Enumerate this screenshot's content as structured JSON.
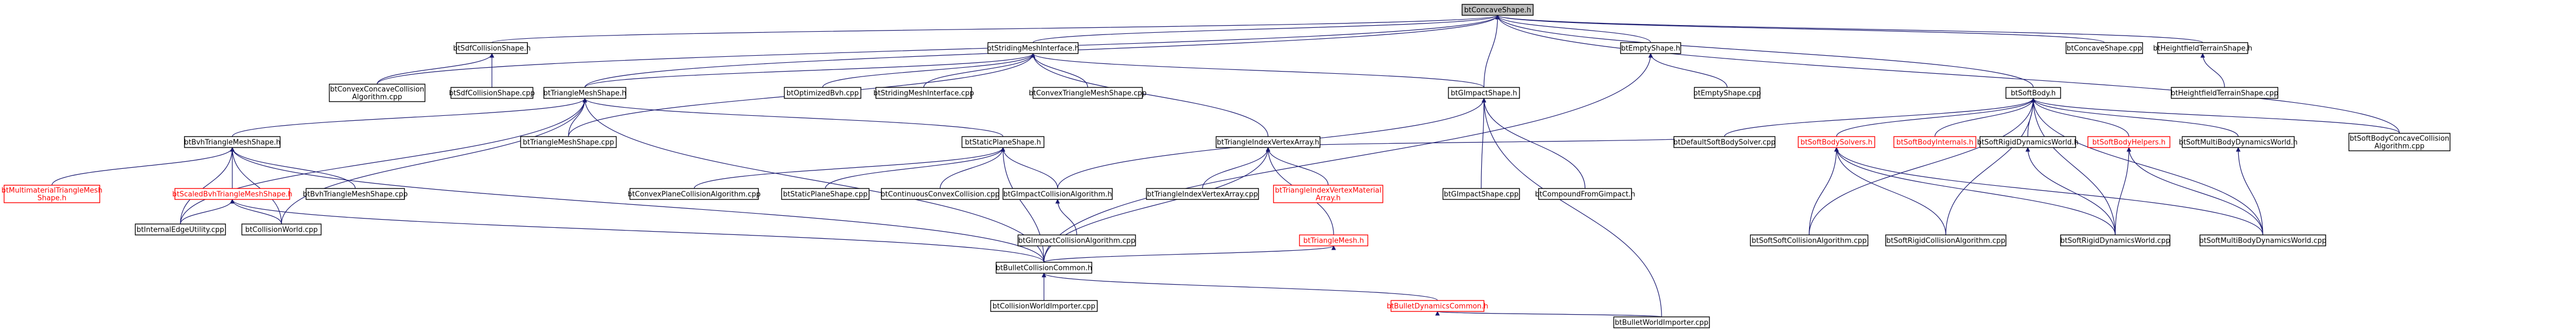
{
  "diagram": {
    "root": "btConcaveShape.h",
    "colors": {
      "edge": "#191970",
      "incomplete": "#ff0000",
      "root_fill": "#bfbfbf"
    },
    "nodes": [
      {
        "id": "root",
        "lines": [
          "btConcaveShape.h"
        ],
        "kind": "root"
      },
      {
        "id": "sdfshape",
        "lines": [
          "btSdfCollisionShape.h"
        ]
      },
      {
        "id": "strider",
        "lines": [
          "btStridingMeshInterface.h"
        ]
      },
      {
        "id": "empty",
        "lines": [
          "btEmptyShape.h"
        ]
      },
      {
        "id": "concavecpp",
        "lines": [
          "btConcaveShape.cpp"
        ]
      },
      {
        "id": "heightfield",
        "lines": [
          "btHeightfieldTerrainShape.h"
        ]
      },
      {
        "id": "convexconcave",
        "lines": [
          "btConvexConcaveCollision",
          "Algorithm.cpp"
        ]
      },
      {
        "id": "sdfcpp",
        "lines": [
          "btSdfCollisionShape.cpp"
        ]
      },
      {
        "id": "trimesh",
        "lines": [
          "btTriangleMeshShape.h"
        ]
      },
      {
        "id": "optbvh",
        "lines": [
          "btOptimizedBvh.cpp"
        ]
      },
      {
        "id": "stridercpp",
        "lines": [
          "btStridingMeshInterface.cpp"
        ]
      },
      {
        "id": "convextricpp",
        "lines": [
          "btConvexTriangleMeshShape.cpp"
        ]
      },
      {
        "id": "gimpact",
        "lines": [
          "btGImpactShape.h"
        ]
      },
      {
        "id": "emptycpp",
        "lines": [
          "btEmptyShape.cpp"
        ]
      },
      {
        "id": "softbody",
        "lines": [
          "btSoftBody.h"
        ]
      },
      {
        "id": "heightfieldcpp",
        "lines": [
          "btHeightfieldTerrainShape.cpp"
        ]
      },
      {
        "id": "bvhtri",
        "lines": [
          "btBvhTriangleMeshShape.h"
        ]
      },
      {
        "id": "trimeshcpp",
        "lines": [
          "btTriangleMeshShape.cpp"
        ]
      },
      {
        "id": "staticplane",
        "lines": [
          "btStaticPlaneShape.h"
        ]
      },
      {
        "id": "triindex",
        "lines": [
          "btTriangleIndexVertexArray.h"
        ]
      },
      {
        "id": "defaultsoftsolver",
        "lines": [
          "btDefaultSoftBodySolver.cpp"
        ]
      },
      {
        "id": "softsolvers",
        "lines": [
          "btSoftBodySolvers.h"
        ],
        "kind": "red"
      },
      {
        "id": "softinternals",
        "lines": [
          "btSoftBodyInternals.h"
        ],
        "kind": "red"
      },
      {
        "id": "softrigidworld",
        "lines": [
          "btSoftRigidDynamicsWorld.h"
        ]
      },
      {
        "id": "softhelpers",
        "lines": [
          "btSoftBodyHelpers.h"
        ],
        "kind": "red"
      },
      {
        "id": "softmultiworld",
        "lines": [
          "btSoftMultiBodyDynamicsWorld.h"
        ]
      },
      {
        "id": "softconcave",
        "lines": [
          "btSoftBodyConcaveCollision",
          "Algorithm.cpp"
        ]
      },
      {
        "id": "multimaterial",
        "lines": [
          "btMultimaterialTriangleMesh",
          "Shape.h"
        ],
        "kind": "red"
      },
      {
        "id": "scaledbvh",
        "lines": [
          "btScaledBvhTriangleMeshShape.h"
        ],
        "kind": "red"
      },
      {
        "id": "bvhtricpp",
        "lines": [
          "btBvhTriangleMeshShape.cpp"
        ]
      },
      {
        "id": "internaledge",
        "lines": [
          "btInternalEdgeUtility.cpp"
        ]
      },
      {
        "id": "collworld",
        "lines": [
          "btCollisionWorld.cpp"
        ]
      },
      {
        "id": "convexplanecpp",
        "lines": [
          "btConvexPlaneCollisionAlgorithm.cpp"
        ]
      },
      {
        "id": "staticplanecpp",
        "lines": [
          "btStaticPlaneShape.cpp"
        ]
      },
      {
        "id": "continuous",
        "lines": [
          "btContinuousConvexCollision.cpp"
        ]
      },
      {
        "id": "gimpactalgo",
        "lines": [
          "btGImpactCollisionAlgorithm.h"
        ]
      },
      {
        "id": "triindexcpp",
        "lines": [
          "btTriangleIndexVertexArray.cpp"
        ]
      },
      {
        "id": "triindexmat",
        "lines": [
          "btTriangleIndexVertexMaterial",
          "Array.h"
        ],
        "kind": "red"
      },
      {
        "id": "gimpactcpp",
        "lines": [
          "btGImpactShape.cpp"
        ]
      },
      {
        "id": "compoundgimpact",
        "lines": [
          "btCompoundFromGimpact.h"
        ]
      },
      {
        "id": "softsoftalgo",
        "lines": [
          "btSoftSoftCollisionAlgorithm.cpp"
        ]
      },
      {
        "id": "softrigidalgo",
        "lines": [
          "btSoftRigidCollisionAlgorithm.cpp"
        ]
      },
      {
        "id": "softrigidworldcpp",
        "lines": [
          "btSoftRigidDynamicsWorld.cpp"
        ]
      },
      {
        "id": "softmultiworldcpp",
        "lines": [
          "btSoftMultiBodyDynamicsWorld.cpp"
        ]
      },
      {
        "id": "gimpactalgocpp",
        "lines": [
          "btGImpactCollisionAlgorithm.cpp"
        ]
      },
      {
        "id": "trimeshh",
        "lines": [
          "btTriangleMesh.h"
        ],
        "kind": "red"
      },
      {
        "id": "bulletcommon",
        "lines": [
          "btBulletCollisionCommon.h"
        ]
      },
      {
        "id": "collimporter",
        "lines": [
          "btCollisionWorldImporter.cpp"
        ]
      },
      {
        "id": "dyncommon",
        "lines": [
          "btBulletDynamicsCommon.h"
        ],
        "kind": "red"
      },
      {
        "id": "worldimporter",
        "lines": [
          "btBulletWorldImporter.cpp"
        ]
      }
    ],
    "edges": [
      [
        "root",
        "sdfshape"
      ],
      [
        "root",
        "strider"
      ],
      [
        "root",
        "empty"
      ],
      [
        "root",
        "concavecpp"
      ],
      [
        "root",
        "heightfield"
      ],
      [
        "root",
        "convexconcave"
      ],
      [
        "root",
        "trimesh"
      ],
      [
        "root",
        "gimpact"
      ],
      [
        "root",
        "softbody"
      ],
      [
        "root",
        "softconcave"
      ],
      [
        "sdfshape",
        "convexconcave"
      ],
      [
        "sdfshape",
        "sdfcpp"
      ],
      [
        "strider",
        "trimesh"
      ],
      [
        "strider",
        "optbvh"
      ],
      [
        "strider",
        "stridercpp"
      ],
      [
        "strider",
        "convextricpp"
      ],
      [
        "strider",
        "triindex"
      ],
      [
        "strider",
        "gimpact"
      ],
      [
        "strider",
        "trimeshcpp"
      ],
      [
        "empty",
        "emptycpp"
      ],
      [
        "empty",
        "bulletcommon"
      ],
      [
        "heightfield",
        "heightfieldcpp"
      ],
      [
        "trimesh",
        "bvhtri"
      ],
      [
        "trimesh",
        "staticplane"
      ],
      [
        "trimesh",
        "trimeshcpp"
      ],
      [
        "trimesh",
        "internaledge"
      ],
      [
        "trimesh",
        "bulletcommon"
      ],
      [
        "trimesh",
        "collworld"
      ],
      [
        "gimpact",
        "gimpactalgo"
      ],
      [
        "gimpact",
        "gimpactcpp"
      ],
      [
        "gimpact",
        "compoundgimpact"
      ],
      [
        "gimpact",
        "worldimporter"
      ],
      [
        "softbody",
        "defaultsoftsolver"
      ],
      [
        "softbody",
        "softsolvers"
      ],
      [
        "softbody",
        "softinternals"
      ],
      [
        "softbody",
        "softrigidworld"
      ],
      [
        "softbody",
        "softhelpers"
      ],
      [
        "softbody",
        "softmultiworld"
      ],
      [
        "softbody",
        "softconcave"
      ],
      [
        "softbody",
        "softsoftalgo"
      ],
      [
        "softbody",
        "softrigidalgo"
      ],
      [
        "softbody",
        "softrigidworldcpp"
      ],
      [
        "softbody",
        "softmultiworldcpp"
      ],
      [
        "bvhtri",
        "multimaterial"
      ],
      [
        "bvhtri",
        "scaledbvh"
      ],
      [
        "bvhtri",
        "bvhtricpp"
      ],
      [
        "bvhtri",
        "internaledge"
      ],
      [
        "bvhtri",
        "collworld"
      ],
      [
        "bvhtri",
        "bulletcommon"
      ],
      [
        "staticplane",
        "convexplanecpp"
      ],
      [
        "staticplane",
        "staticplanecpp"
      ],
      [
        "staticplane",
        "continuous"
      ],
      [
        "staticplane",
        "gimpactalgo"
      ],
      [
        "staticplane",
        "bulletcommon"
      ],
      [
        "triindex",
        "triindexcpp"
      ],
      [
        "triindex",
        "triindexmat"
      ],
      [
        "triindex",
        "trimeshh"
      ],
      [
        "triindex",
        "bulletcommon"
      ],
      [
        "triindex",
        "defaultsoftsolver"
      ],
      [
        "softsolvers",
        "softsoftalgo"
      ],
      [
        "softsolvers",
        "softrigidalgo"
      ],
      [
        "softsolvers",
        "softrigidworldcpp"
      ],
      [
        "softsolvers",
        "softmultiworldcpp"
      ],
      [
        "softrigidworld",
        "softrigidworldcpp"
      ],
      [
        "softhelpers",
        "softrigidworldcpp"
      ],
      [
        "softhelpers",
        "softmultiworldcpp"
      ],
      [
        "softmultiworld",
        "softmultiworldcpp"
      ],
      [
        "scaledbvh",
        "internaledge"
      ],
      [
        "scaledbvh",
        "collworld"
      ],
      [
        "scaledbvh",
        "bulletcommon"
      ],
      [
        "gimpactalgo",
        "gimpactalgocpp"
      ],
      [
        "trimeshh",
        "bulletcommon"
      ],
      [
        "bulletcommon",
        "collimporter"
      ],
      [
        "bulletcommon",
        "dyncommon"
      ],
      [
        "dyncommon",
        "worldimporter"
      ]
    ]
  }
}
